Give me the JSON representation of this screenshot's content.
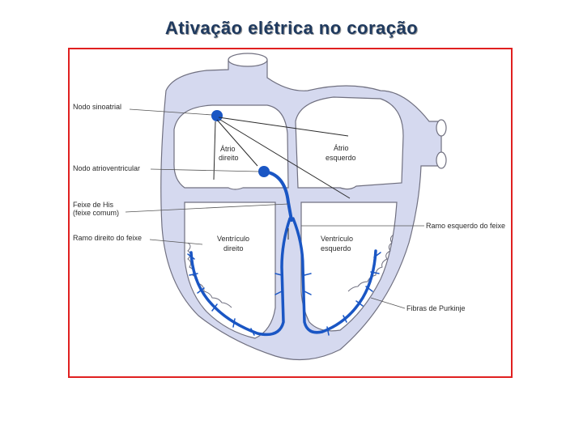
{
  "title": "Ativação elétrica no coração",
  "labels": {
    "nodo_sinoatrial": "Nodo sinoatrial",
    "nodo_atrioventricular": "Nodo atrioventricular",
    "feixe_his_1": "Feixe de His",
    "feixe_his_2": "(feixe comum)",
    "ramo_direito": "Ramo direito do feixe",
    "ramo_esquerdo": "Ramo esquerdo do feixe",
    "fibras_purkinje": "Fibras de Purkinje",
    "atrio_direito_1": "Átrio",
    "atrio_direito_2": "direito",
    "atrio_esquerdo_1": "Átrio",
    "atrio_esquerdo_2": "esquerdo",
    "ventriculo_direito_1": "Ventrículo",
    "ventriculo_direito_2": "direito",
    "ventriculo_esquerdo_1": "Ventrículo",
    "ventriculo_esquerdo_2": "esquerdo"
  },
  "colors": {
    "frame": "#e02020",
    "conduction": "#1a56c4",
    "heart_fill": "#d5d9ef",
    "title": "#1f3a5f"
  }
}
